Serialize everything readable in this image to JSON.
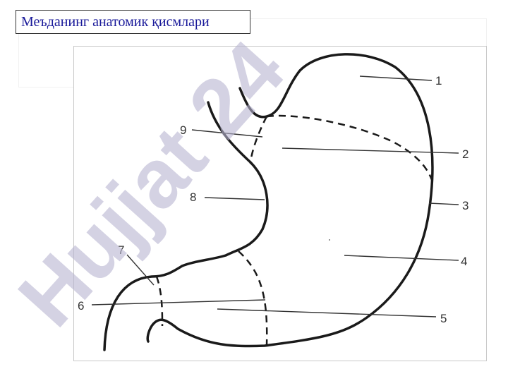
{
  "title": "Меъданинг анатомик қисмлари",
  "watermark": "Hujjat 24",
  "labels": [
    {
      "id": "1",
      "text": "1"
    },
    {
      "id": "2",
      "text": "2"
    },
    {
      "id": "3",
      "text": "3"
    },
    {
      "id": "4",
      "text": "4"
    },
    {
      "id": "5",
      "text": "5"
    },
    {
      "id": "6",
      "text": "6"
    },
    {
      "id": "7",
      "text": "7"
    },
    {
      "id": "8",
      "text": "8"
    },
    {
      "id": "9",
      "text": "9"
    }
  ],
  "colors": {
    "title_text": "#1a1a9a",
    "outline": "#1a1a1a",
    "watermark": "#b7b4d1"
  }
}
